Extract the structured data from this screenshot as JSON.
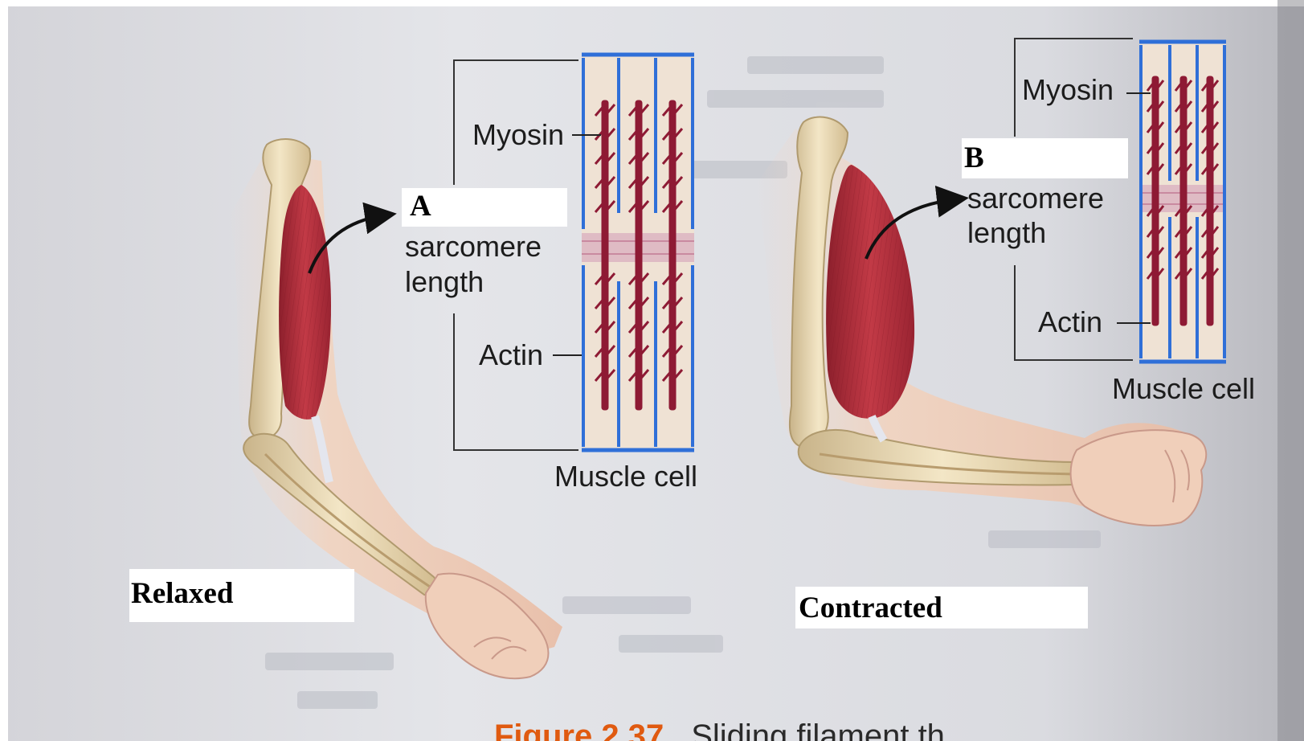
{
  "panels": {
    "relaxed": {
      "state_label": "Relaxed",
      "blank_label": "A",
      "sarcomere_text_line1": "sarcomere",
      "sarcomere_text_line2": "length",
      "myosin_label": "Myosin",
      "actin_label": "Actin",
      "cell_label": "Muscle cell"
    },
    "contracted": {
      "state_label": "Contracted",
      "blank_label": "B",
      "sarcomere_text_line1": "sarcomere",
      "sarcomere_text_line2": "length",
      "myosin_label": "Myosin",
      "actin_label": "Actin",
      "cell_label": "Muscle cell"
    }
  },
  "caption": {
    "figure_number": "Figure 2.37",
    "text": "Sliding filament th"
  },
  "colors": {
    "page_background": "#dfe0e4",
    "muscle_red": "#b8303c",
    "myosin_dark_red": "#8e1a34",
    "actin_blue": "#2f6fd8",
    "bone": "#eedcb4",
    "skin": "#f1d6c2",
    "caption_orange": "#e05a10"
  }
}
